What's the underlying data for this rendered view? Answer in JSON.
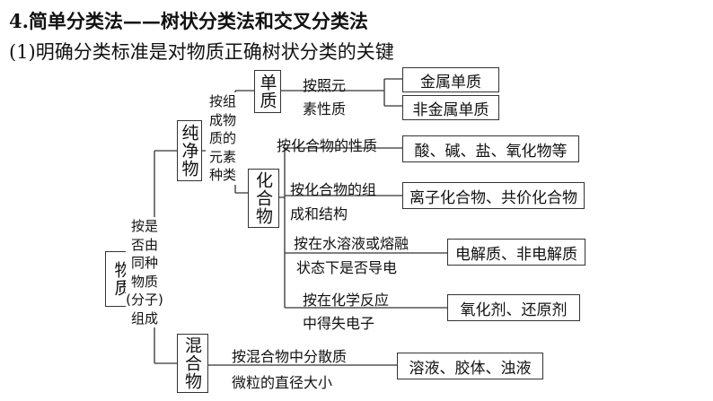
{
  "heading": "4.简单分类法——树状分类法和交叉分类法",
  "subheading": "(1)明确分类标准是对物质正确树状分类的关键",
  "nodes": {
    "matter": "物质",
    "pure": "纯净物",
    "mixture": "混合物",
    "element": "单质",
    "compound": "化合物"
  },
  "criteria": {
    "composition_line1": "按是",
    "composition_line2": "否由",
    "composition_line3": "同种",
    "composition_line4": "物质",
    "composition_line5": "(分子)",
    "composition_line6": "组成",
    "element_kind_line1": "按组",
    "element_kind_line2": "成物",
    "element_kind_line3": "质的",
    "element_kind_line4": "元素",
    "element_kind_line5": "种类",
    "element_property_line1": "按照元",
    "element_property_line2": "素性质",
    "compound_property": "按化合物的性质",
    "compound_structure_line1": "按化合物的组",
    "compound_structure_line2": "成和结构",
    "aqueous_line1": "按在水溶液或熔融",
    "aqueous_line2": "状态下是否导电",
    "redox_line1": "按在化学反应",
    "redox_line2": "中得失电子",
    "dispersion_line1": "按混合物中分散质",
    "dispersion_line2": "微粒的直径大小"
  },
  "results": {
    "metal": "金属单质",
    "nonmetal": "非金属单质",
    "acid_base": "酸、碱、盐、氧化物等",
    "ionic_covalent": "离子化合物、共价化合物",
    "electrolyte": "电解质、非电解质",
    "redox_agents": "氧化剂、还原剂",
    "dispersions": "溶液、胶体、浊液"
  }
}
